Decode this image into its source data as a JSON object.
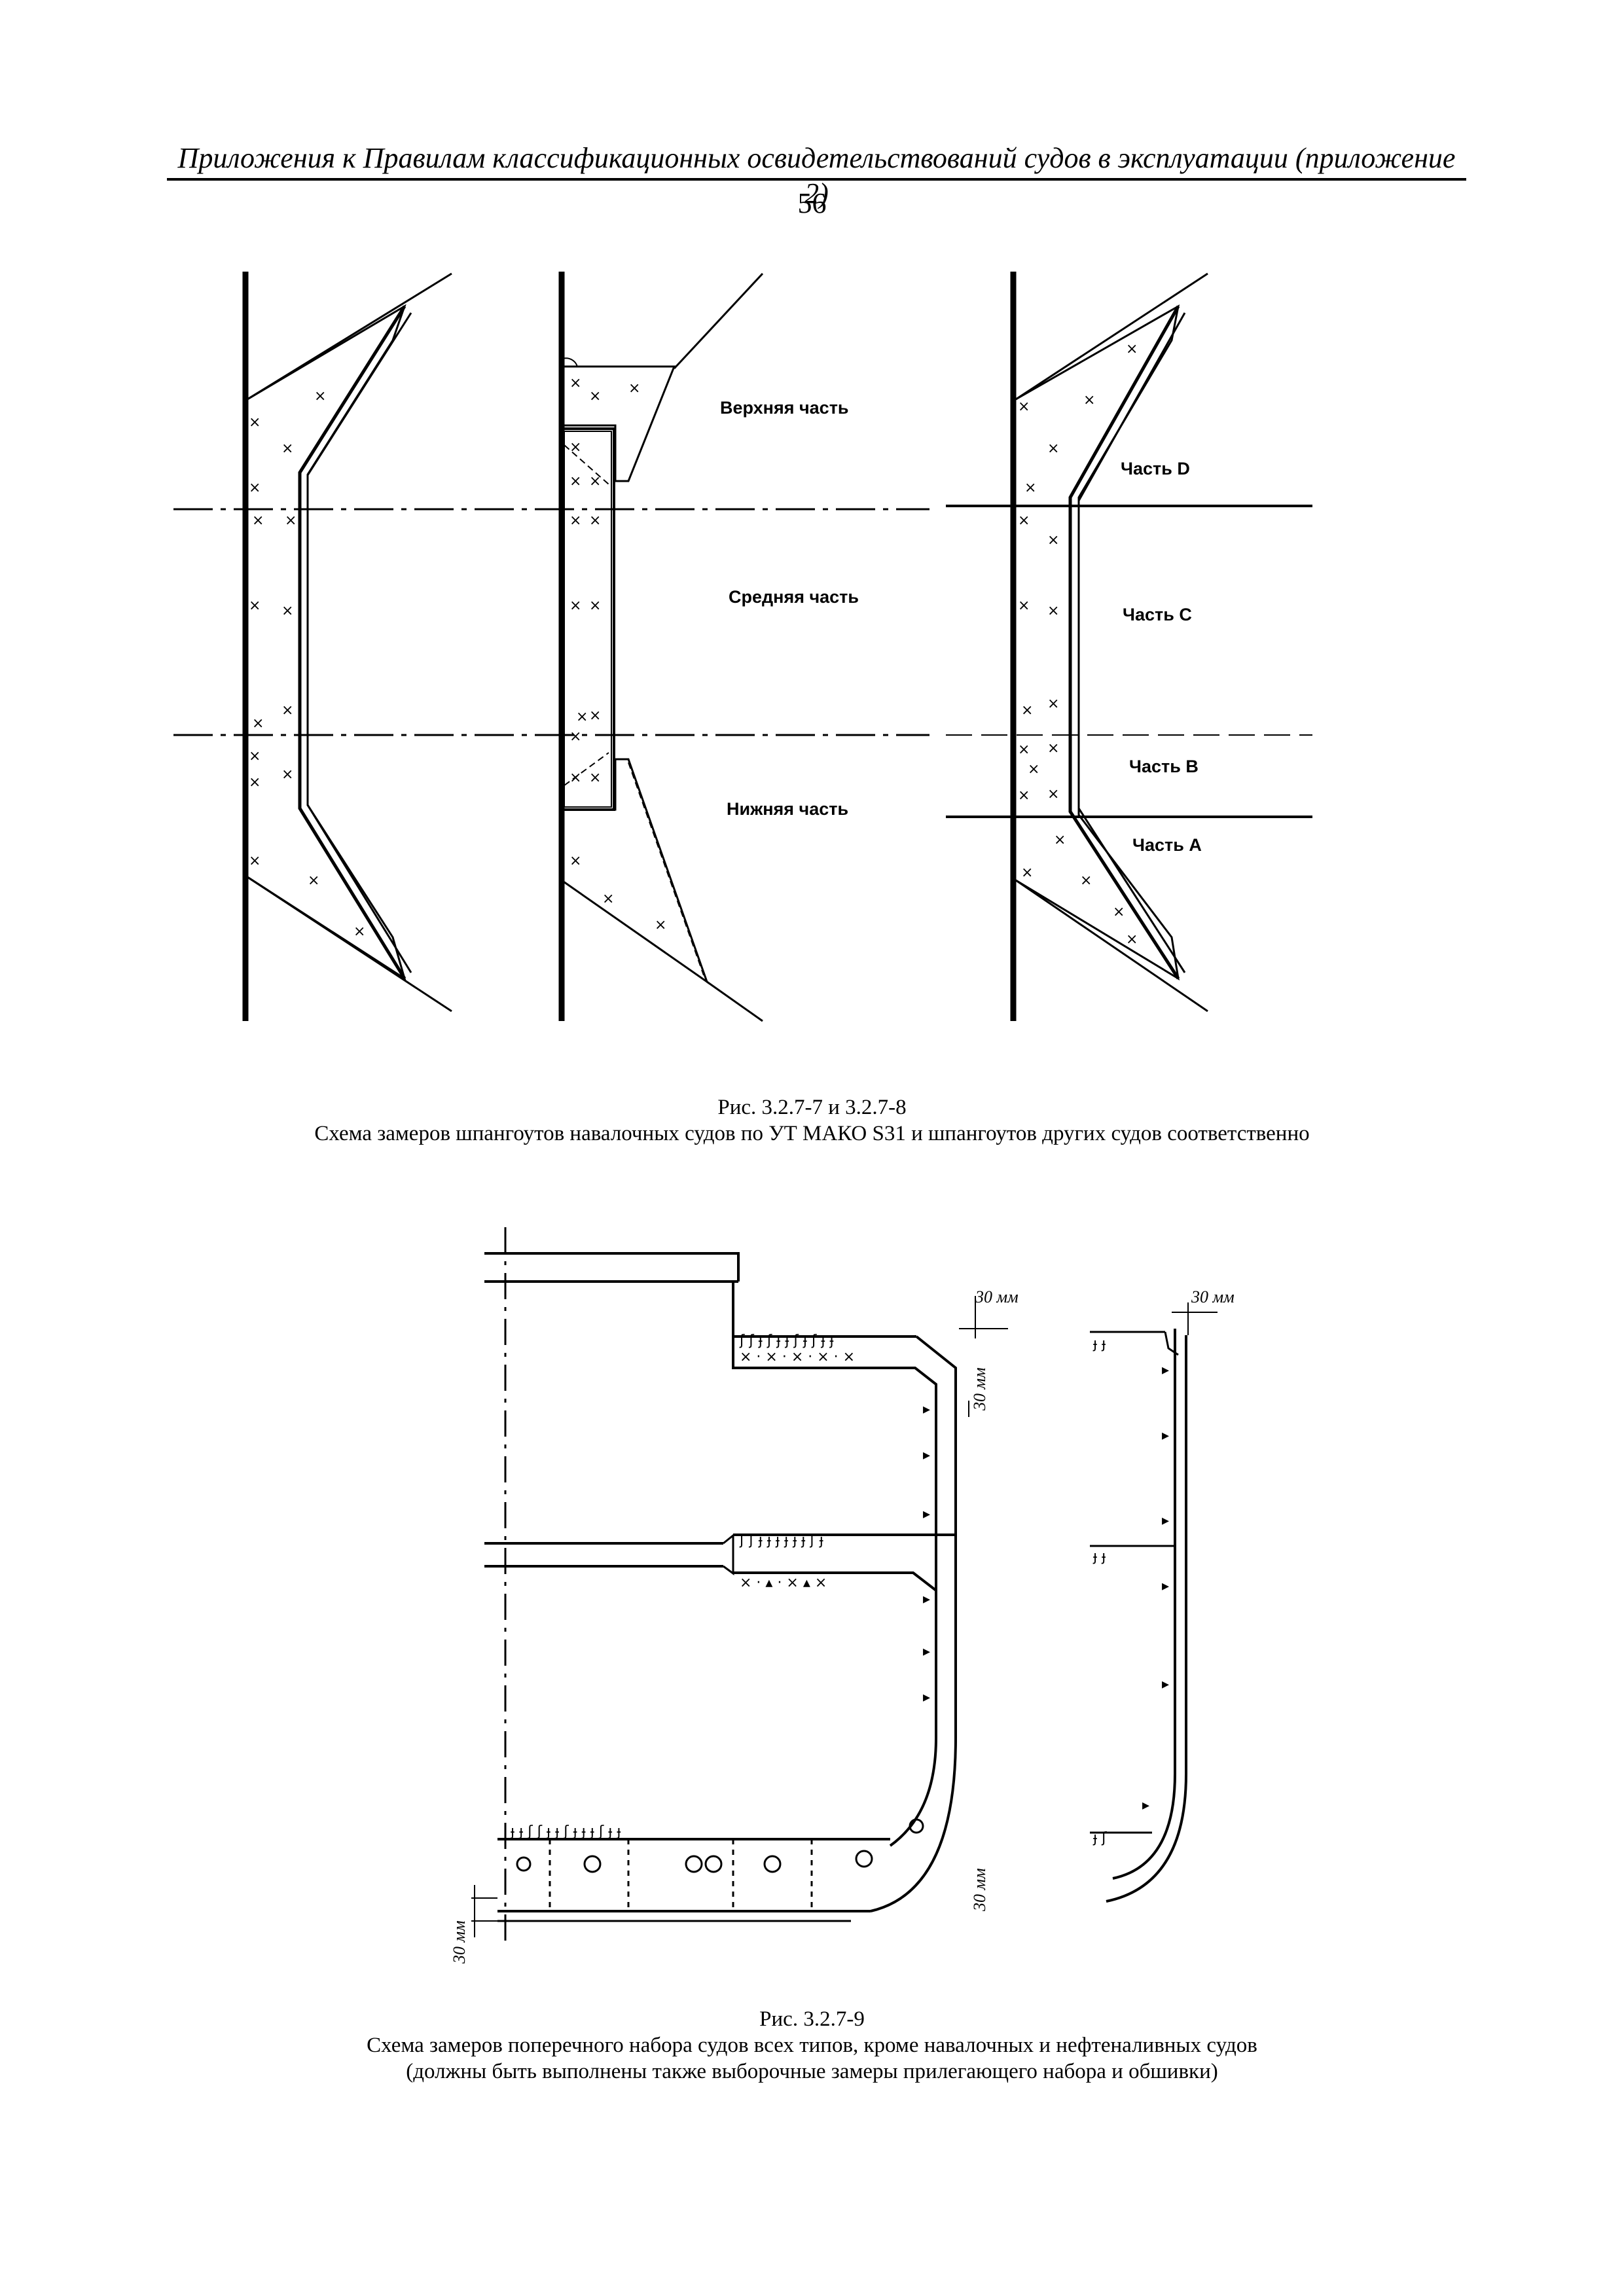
{
  "header": {
    "title": "Приложения к Правилам  классификационных освидетельствований судов в эксплуатации (приложение 2)",
    "page_number": "56"
  },
  "figure_1": {
    "label_top": "Верхняя часть",
    "label_middle": "Средняя часть",
    "label_bottom": "Нижняя часть",
    "part_d": "Часть D",
    "part_c": "Часть C",
    "part_b": "Часть B",
    "part_a": "Часть A",
    "caption_number": "Рис. 3.2.7-7 и 3.2.7-8",
    "caption_text": "Схема замеров шпангоутов навалочных судов по УТ МАКО S31 и шпангоутов других судов соответственно"
  },
  "figure_2": {
    "dim_1": "30 мм",
    "dim_2": "30 мм",
    "dim_3": "30 мм",
    "dim_4": "30 мм",
    "dim_5": "30 мм",
    "caption_number": "Рис. 3.2.7-9",
    "caption_line1": "Схема замеров поперечного набора судов всех типов, кроме навалочных и нефтеналивных судов",
    "caption_line2": "(должны быть выполнены также выборочные замеры прилегающего набора и обшивки)"
  }
}
